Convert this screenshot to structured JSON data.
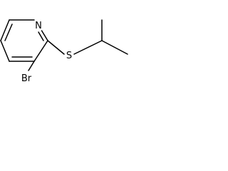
{
  "molecule": {
    "atoms": {
      "nitrogen": "N",
      "sulfur": "S",
      "bromine": "Br"
    },
    "colors": {
      "bond": "#000000",
      "label": "#000000",
      "background": "#ffffff"
    }
  }
}
